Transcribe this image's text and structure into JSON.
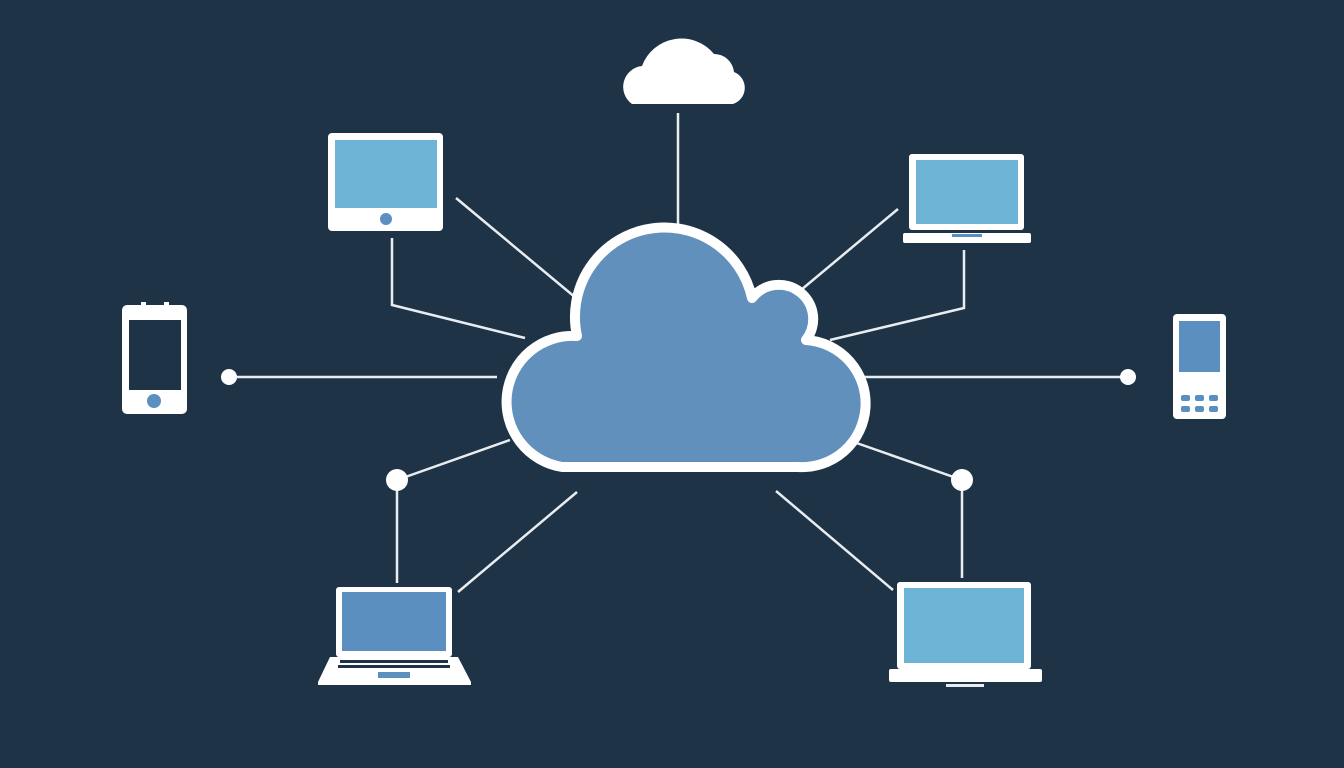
{
  "diagram": {
    "type": "cloud-network",
    "center_node": "cloud",
    "nodes": [
      "top-cloud",
      "top-left-tablet",
      "top-right-laptop",
      "left-phone",
      "right-phone",
      "bottom-left-laptop",
      "bottom-right-laptop"
    ]
  },
  "colors": {
    "background": "#1f3346",
    "cloud_fill": "#6190bc",
    "outline": "#ffffff",
    "screen": "#6db4d6",
    "screen_dark": "#5b8fc0",
    "line": "#e8edf2"
  }
}
